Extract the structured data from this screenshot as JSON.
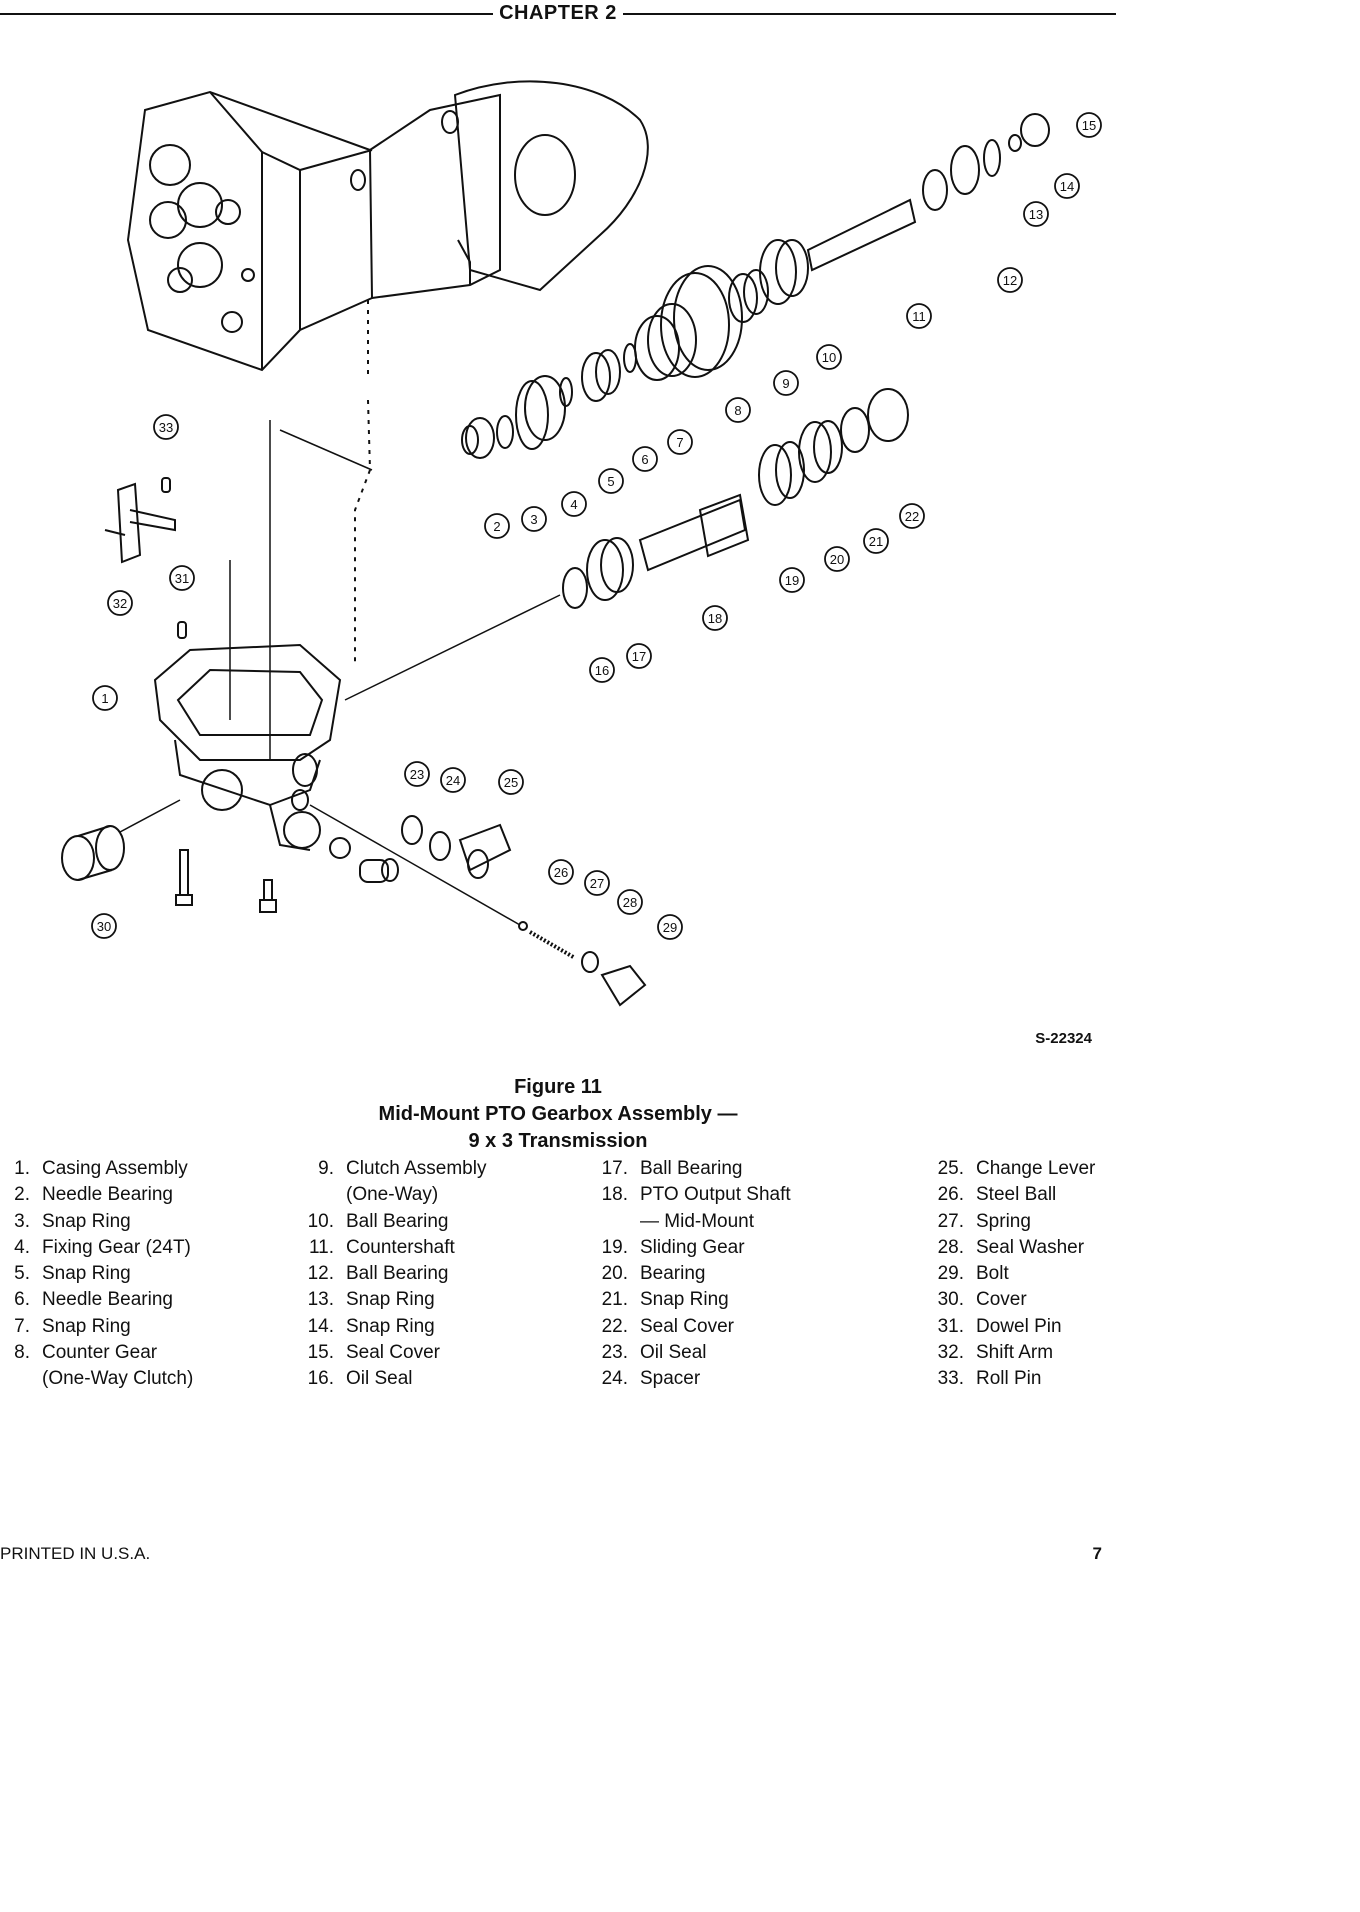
{
  "header": {
    "chapter": "CHAPTER 2"
  },
  "figure": {
    "id_code": "S-22324",
    "label": "Figure 11",
    "title_line1": "Mid-Mount PTO Gearbox Assembly —",
    "title_line2": "9 x 3 Transmission"
  },
  "callouts": [
    "1",
    "2",
    "3",
    "4",
    "5",
    "6",
    "7",
    "8",
    "9",
    "10",
    "11",
    "12",
    "13",
    "14",
    "15",
    "16",
    "17",
    "18",
    "19",
    "20",
    "21",
    "22",
    "23",
    "24",
    "25",
    "26",
    "27",
    "28",
    "29",
    "30",
    "31",
    "32",
    "33"
  ],
  "legend": {
    "col1": [
      {
        "num": "1.",
        "text": "Casing Assembly"
      },
      {
        "num": "2.",
        "text": "Needle Bearing"
      },
      {
        "num": "3.",
        "text": "Snap Ring"
      },
      {
        "num": "4.",
        "text": "Fixing Gear (24T)"
      },
      {
        "num": "5.",
        "text": "Snap Ring"
      },
      {
        "num": "6.",
        "text": "Needle Bearing"
      },
      {
        "num": "7.",
        "text": "Snap Ring"
      },
      {
        "num": "8.",
        "text": "Counter Gear"
      },
      {
        "num": "",
        "text": "(One-Way Clutch)"
      }
    ],
    "col2": [
      {
        "num": "9.",
        "text": "Clutch Assembly"
      },
      {
        "num": "",
        "text": "(One-Way)"
      },
      {
        "num": "10.",
        "text": "Ball Bearing"
      },
      {
        "num": "11.",
        "text": "Countershaft"
      },
      {
        "num": "12.",
        "text": "Ball Bearing"
      },
      {
        "num": "13.",
        "text": "Snap Ring"
      },
      {
        "num": "14.",
        "text": "Snap Ring"
      },
      {
        "num": "15.",
        "text": "Seal Cover"
      },
      {
        "num": "16.",
        "text": "Oil Seal"
      }
    ],
    "col3": [
      {
        "num": "17.",
        "text": "Ball Bearing"
      },
      {
        "num": "18.",
        "text": "PTO Output Shaft"
      },
      {
        "num": "",
        "text": "— Mid-Mount"
      },
      {
        "num": "19.",
        "text": "Sliding Gear"
      },
      {
        "num": "20.",
        "text": "Bearing"
      },
      {
        "num": "21.",
        "text": "Snap Ring"
      },
      {
        "num": "22.",
        "text": "Seal Cover"
      },
      {
        "num": "23.",
        "text": "Oil Seal"
      },
      {
        "num": "24.",
        "text": "Spacer"
      }
    ],
    "col4": [
      {
        "num": "25.",
        "text": "Change Lever"
      },
      {
        "num": "26.",
        "text": "Steel Ball"
      },
      {
        "num": "27.",
        "text": "Spring"
      },
      {
        "num": "28.",
        "text": "Seal Washer"
      },
      {
        "num": "29.",
        "text": "Bolt"
      },
      {
        "num": "30.",
        "text": "Cover"
      },
      {
        "num": "31.",
        "text": "Dowel Pin"
      },
      {
        "num": "32.",
        "text": "Shift Arm"
      },
      {
        "num": "33.",
        "text": "Roll Pin"
      }
    ]
  },
  "footer": {
    "left": "PRINTED IN U.S.A.",
    "page": "7"
  }
}
